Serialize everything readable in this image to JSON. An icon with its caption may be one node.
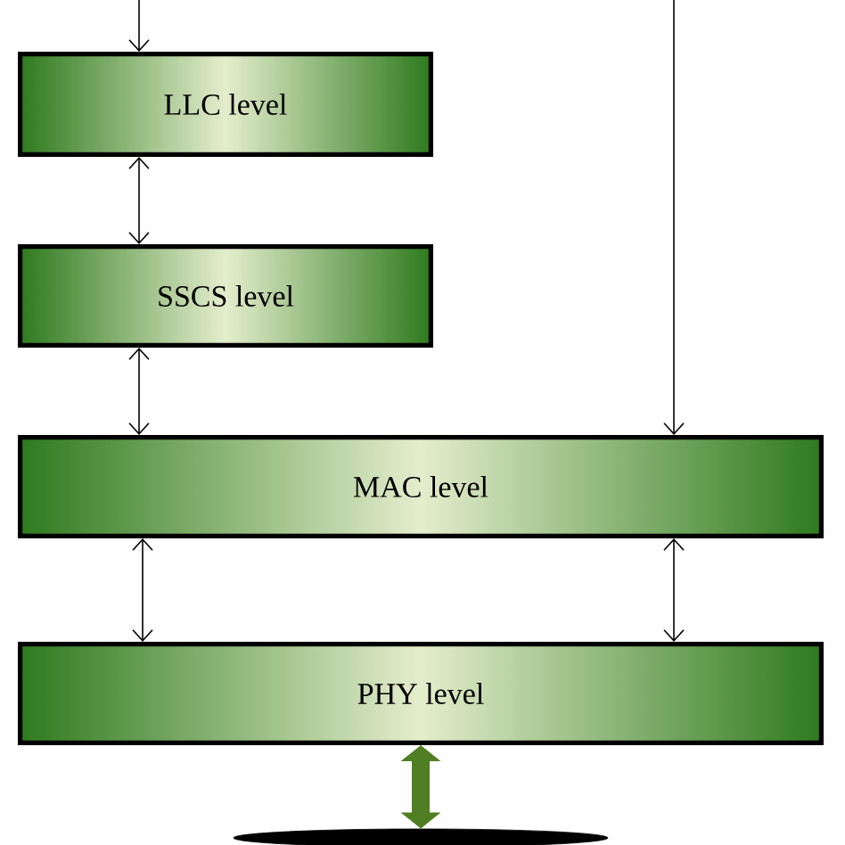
{
  "diagram": {
    "nodes": [
      {
        "text": [
          "LLC level"
        ]
      },
      {
        "text": [
          "SSCS level"
        ]
      },
      {
        "text": [
          "MAC level"
        ]
      },
      {
        "text": [
          "PHY level"
        ]
      },
      {
        "text": [],
        "shape": "ellipse"
      }
    ],
    "edges": [
      {
        "from": null,
        "to": 0,
        "arrow": "to"
      },
      {
        "from": 0,
        "to": 1,
        "arrow": "both"
      },
      {
        "from": 1,
        "to": 2,
        "arrow": "both"
      },
      {
        "from": null,
        "to": 2,
        "arrow": "to"
      },
      {
        "from": 2,
        "to": 3,
        "arrow": "both"
      },
      {
        "from": 2,
        "to": 3,
        "arrow": "both"
      },
      {
        "from": 3,
        "to": 4,
        "arrow": "both",
        "style": "thick",
        "color": "#4f7f22"
      }
    ]
  }
}
